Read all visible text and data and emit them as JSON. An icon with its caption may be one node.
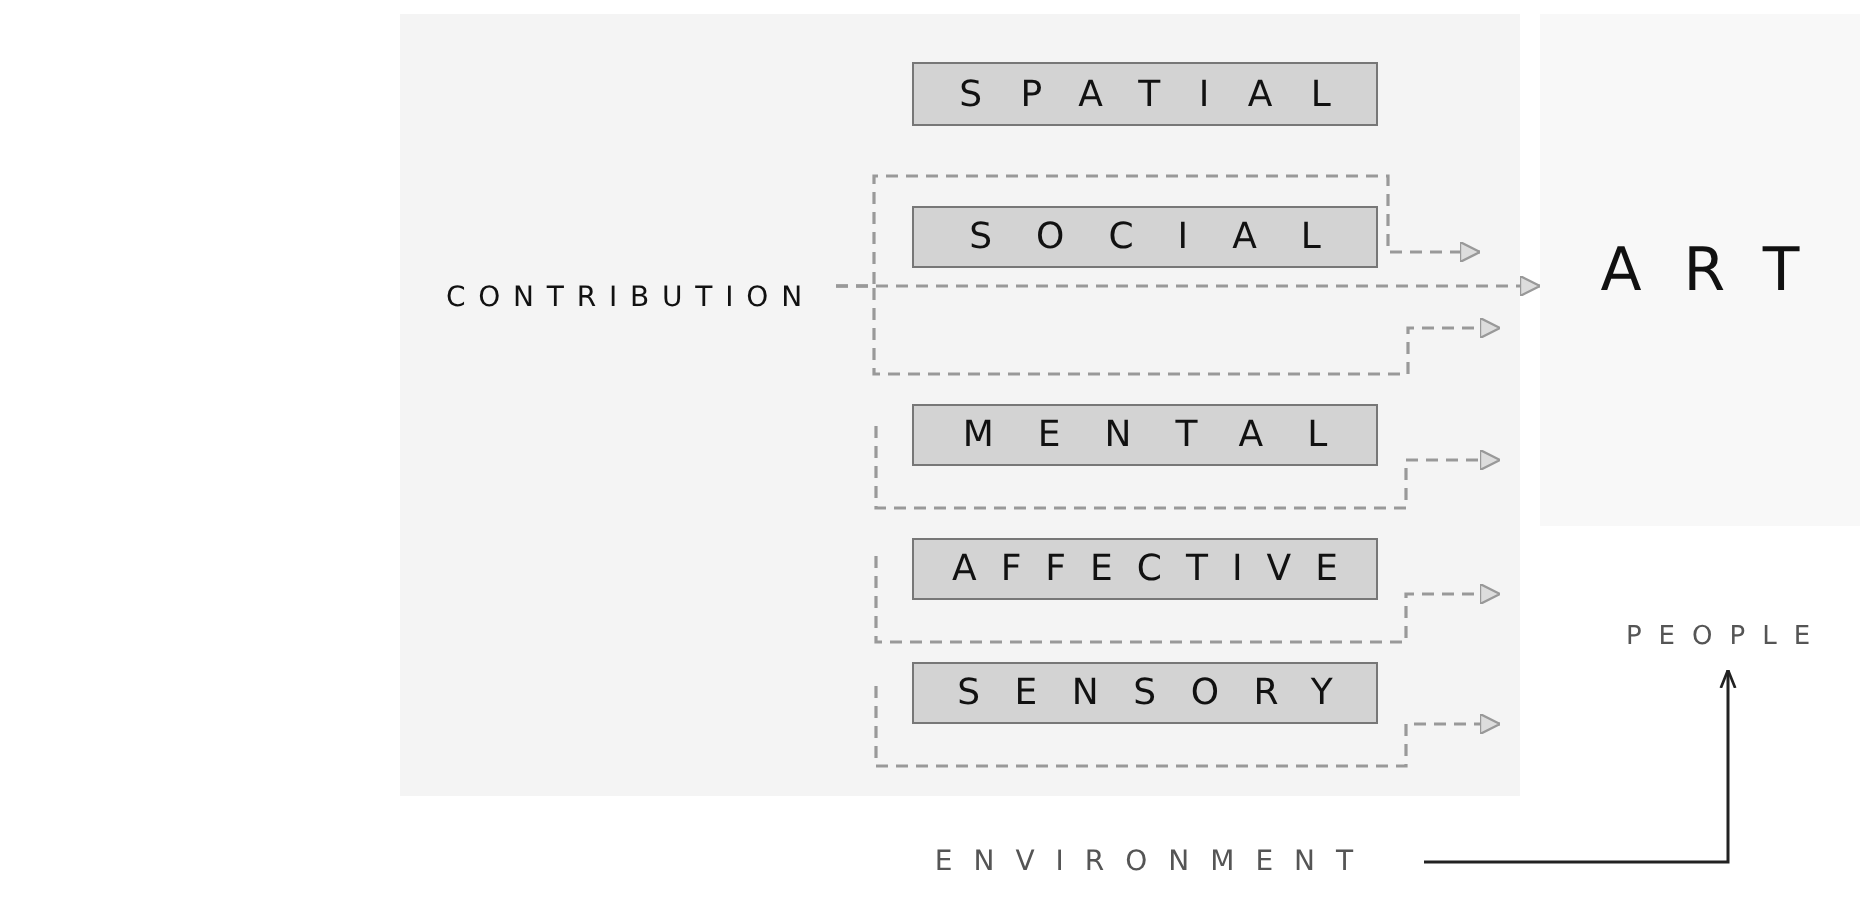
{
  "diagram": {
    "nodes": [
      {
        "text": [],
        "shape": "box"
      },
      {
        "text": [
          "CONTRIBUTION"
        ],
        "in": 0
      },
      {
        "text": [
          "SPATIAL"
        ],
        "in": 0
      },
      {
        "text": [
          "SOCIAL"
        ],
        "in": 0
      },
      {
        "text": [
          "MENTAL"
        ],
        "in": 0
      },
      {
        "text": [
          "AFFECTIVE"
        ],
        "in": 0
      },
      {
        "text": [
          "SENSORY"
        ],
        "in": 0
      },
      {
        "text": [
          "ART"
        ]
      },
      {
        "text": [
          "PEOPLE"
        ]
      },
      {
        "text": [
          "ENVIRONMENT"
        ]
      }
    ],
    "edges": [
      {
        "from": 1,
        "to": 7,
        "arrow": "to",
        "style": "dashed"
      },
      {
        "from": 1,
        "to": null,
        "arrow": "to",
        "style": "dashed"
      },
      {
        "from": 1,
        "to": null,
        "arrow": "to",
        "style": "dashed"
      },
      {
        "from": 9,
        "to": 8,
        "arrow": "to",
        "color": "#222222"
      }
    ]
  }
}
